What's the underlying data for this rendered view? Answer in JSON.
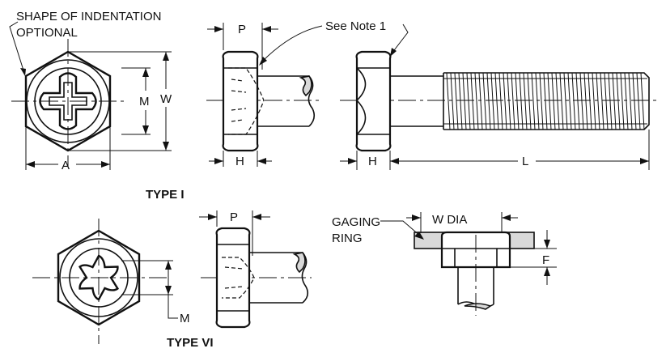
{
  "labels": {
    "shape_note_line1": "SHAPE OF INDENTATION",
    "shape_note_line2": "OPTIONAL",
    "see_note": "See Note 1",
    "dim_p_type1": "P",
    "dim_w": "W",
    "dim_m_type1": "M",
    "dim_a": "A",
    "dim_h_side": "H",
    "dim_h_bolt": "H",
    "dim_l": "L",
    "type_1": "TYPE I",
    "dim_p_type6": "P",
    "dim_m_type6": "M",
    "type_6": "TYPE VI",
    "gaging_line1": "GAGING",
    "gaging_line2": "RING",
    "w_dia": "W DIA",
    "dim_f": "F"
  }
}
